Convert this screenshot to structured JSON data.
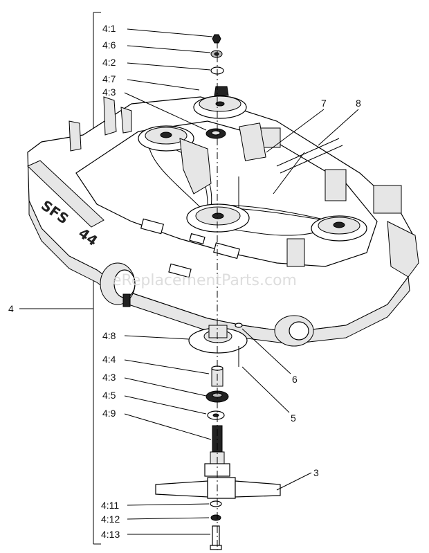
{
  "watermark": "eReplacementParts.com",
  "deck_decal": {
    "model": "SFS",
    "size": "44"
  },
  "callouts": {
    "c4_1": "4:1",
    "c4_6": "4:6",
    "c4_2": "4:2",
    "c4_7": "4:7",
    "c4_3_top": "4:3",
    "c4": "4",
    "c7": "7",
    "c8": "8",
    "c4_8": "4:8",
    "c4_4": "4:4",
    "c4_3_bottom": "4:3",
    "c4_5": "4:5",
    "c4_9": "4:9",
    "c6": "6",
    "c5": "5",
    "c3": "3",
    "c4_11": "4:11",
    "c4_12": "4:12",
    "c4_13": "4:13"
  },
  "colors": {
    "ink": "#000000",
    "paper": "#ffffff",
    "shade": "#bdbdbd"
  }
}
